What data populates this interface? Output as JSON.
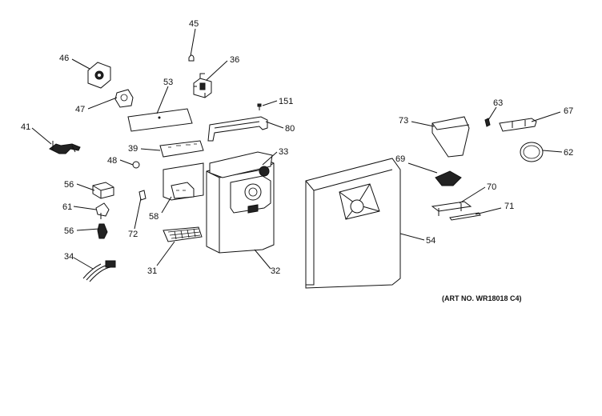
{
  "callouts": [
    {
      "id": "45",
      "label": "45"
    },
    {
      "id": "46",
      "label": "46"
    },
    {
      "id": "36",
      "label": "36"
    },
    {
      "id": "53",
      "label": "53"
    },
    {
      "id": "47",
      "label": "47"
    },
    {
      "id": "151",
      "label": "151"
    },
    {
      "id": "41",
      "label": "41"
    },
    {
      "id": "80",
      "label": "80"
    },
    {
      "id": "39",
      "label": "39"
    },
    {
      "id": "33",
      "label": "33"
    },
    {
      "id": "48",
      "label": "48"
    },
    {
      "id": "56a",
      "label": "56"
    },
    {
      "id": "61",
      "label": "61"
    },
    {
      "id": "56b",
      "label": "56"
    },
    {
      "id": "58",
      "label": "58"
    },
    {
      "id": "72",
      "label": "72"
    },
    {
      "id": "34",
      "label": "34"
    },
    {
      "id": "31",
      "label": "31"
    },
    {
      "id": "32",
      "label": "32"
    },
    {
      "id": "73",
      "label": "73"
    },
    {
      "id": "63",
      "label": "63"
    },
    {
      "id": "67",
      "label": "67"
    },
    {
      "id": "62",
      "label": "62"
    },
    {
      "id": "69",
      "label": "69"
    },
    {
      "id": "70",
      "label": "70"
    },
    {
      "id": "71",
      "label": "71"
    },
    {
      "id": "54",
      "label": "54"
    }
  ],
  "art_number": "(ART NO. WR18018 C4)"
}
